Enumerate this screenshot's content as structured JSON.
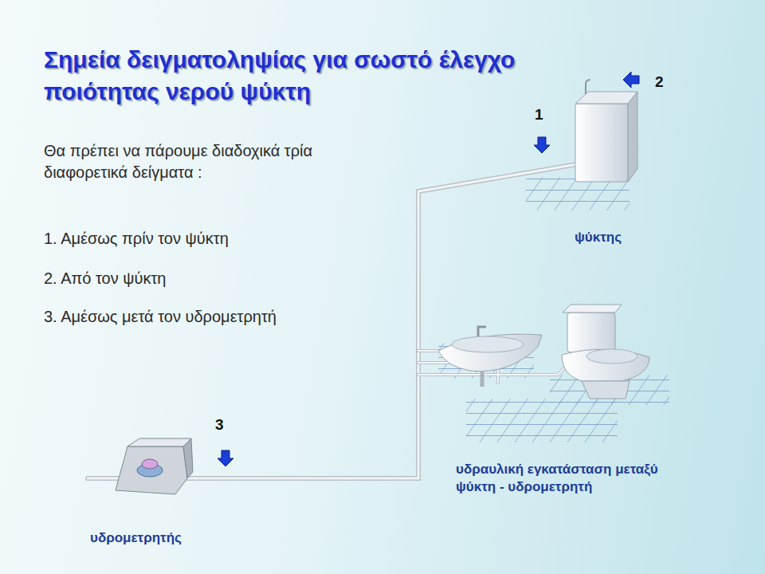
{
  "diagram": {
    "title": "Σημεία δειγματοληψίας για σωστό έλεγχο ποιότητας νερού ψύκτη",
    "labels": [
      "Θα πρέπει να πάρουμε διαδοχικά τρία διαφορετικά δείγματα :",
      "1. Αμέσως πρίν τον ψύκτη",
      "2. Από τον ψύκτη",
      "3. Αμέσως μετά τον υδρομετρητή",
      "1",
      "2",
      "3",
      "ψύκτης",
      "υδραυλική εγκατάσταση μεταξύ ψύκτη - υδρομετρητή",
      "υδρομετρητής"
    ]
  }
}
